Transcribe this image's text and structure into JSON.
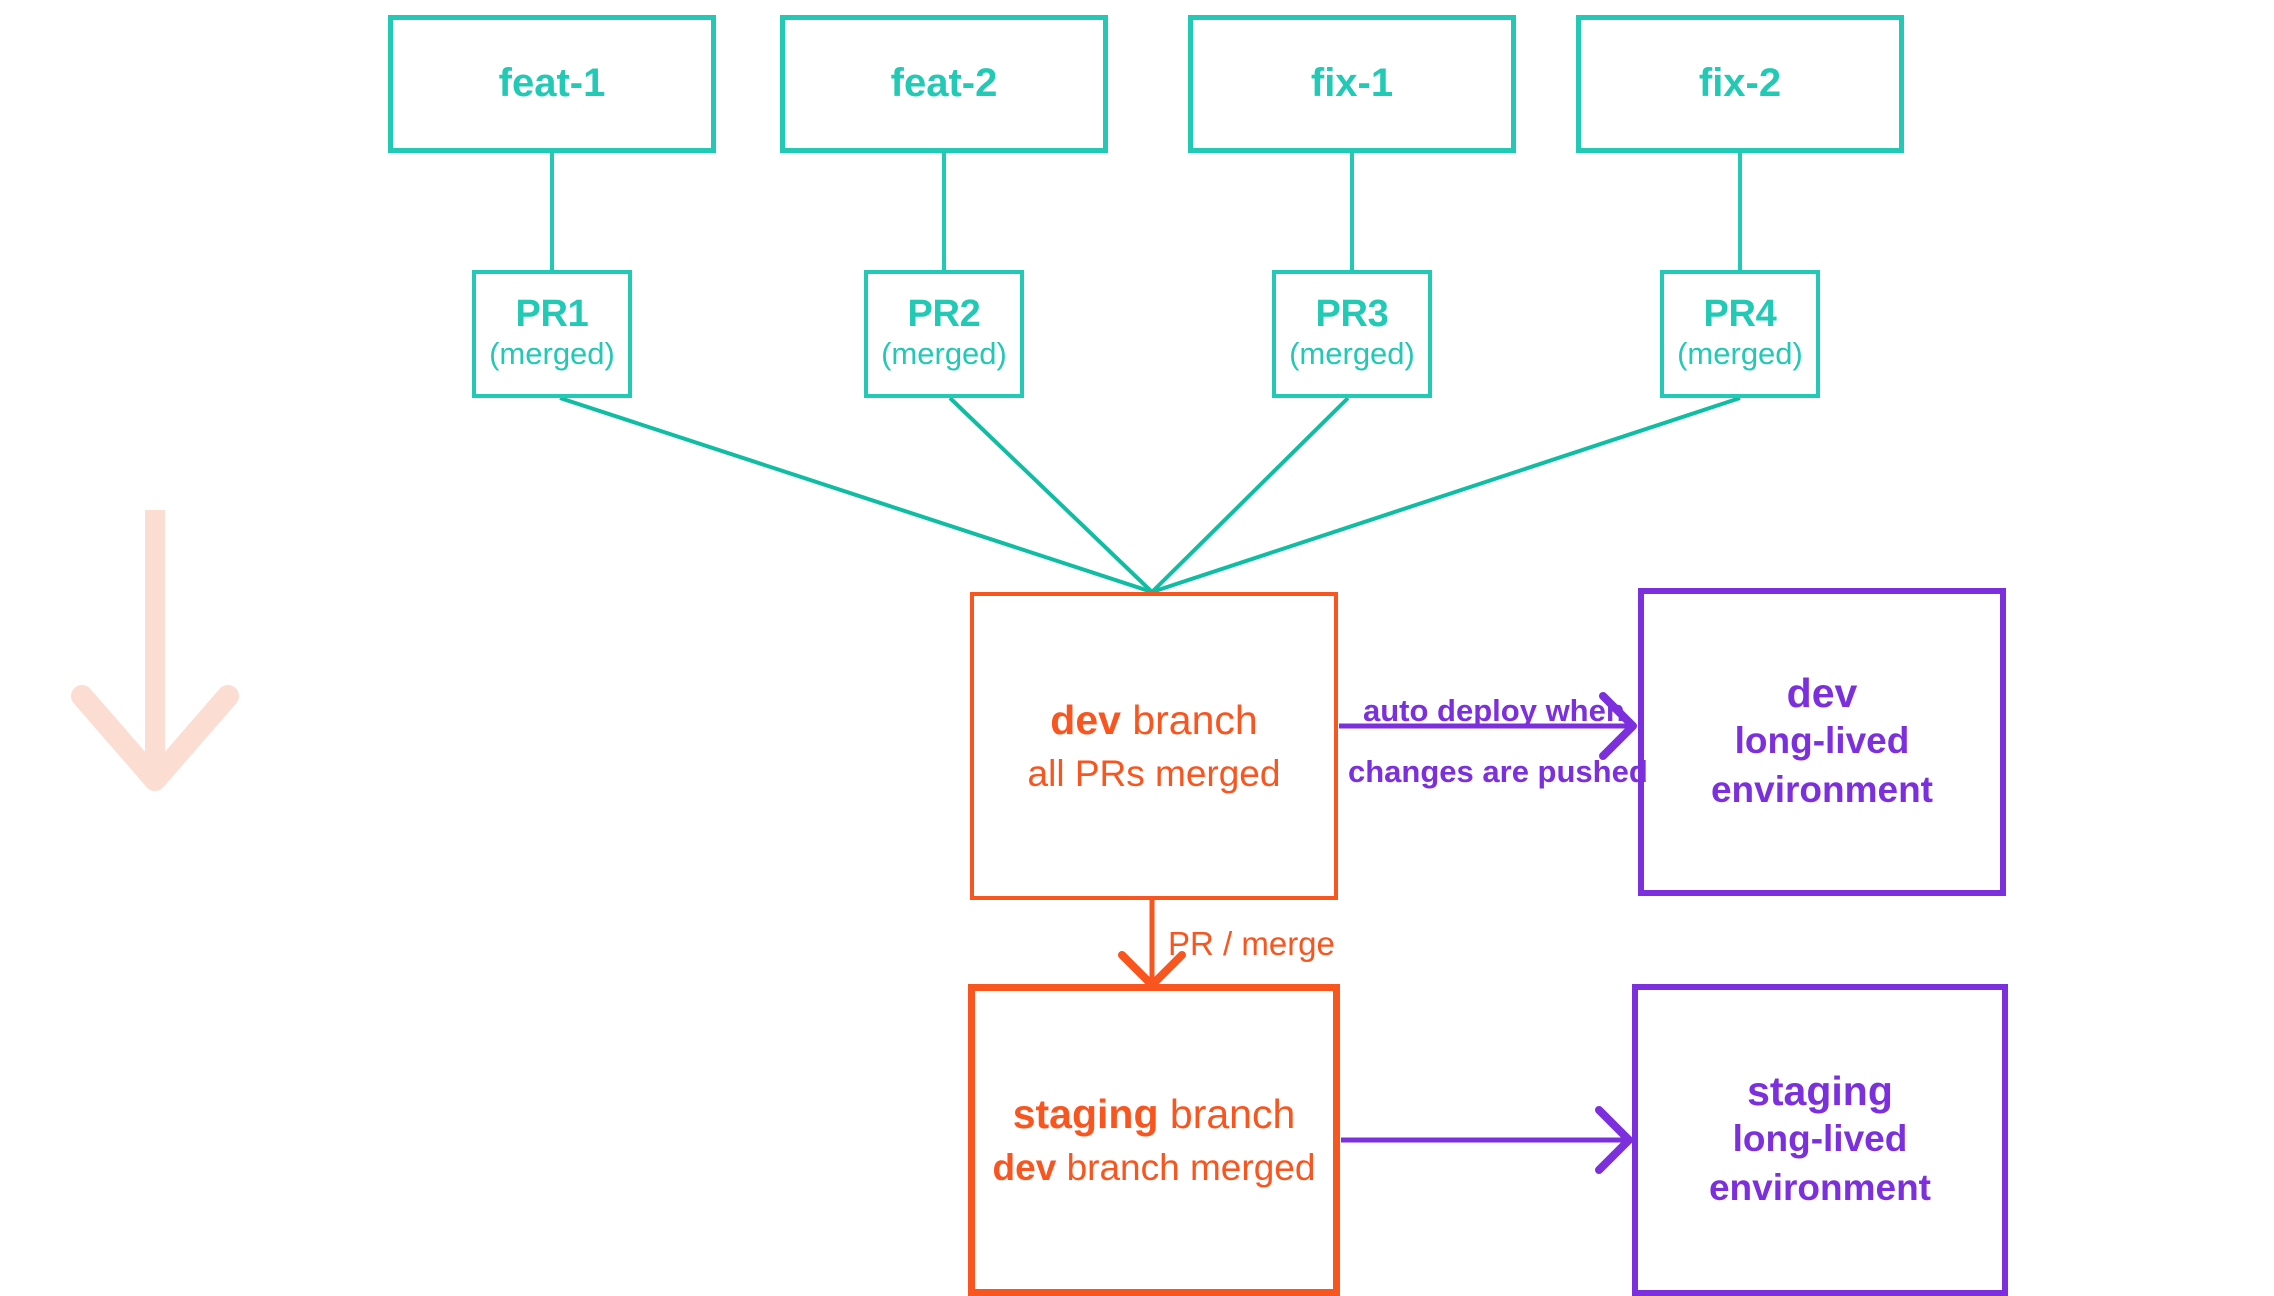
{
  "diagram": {
    "title": "Git branching and deployment flow",
    "colors": {
      "teal": "#22c9b4",
      "orange": "#f9551f",
      "purple": "#7c30dd",
      "pink": "#fbddd2",
      "background": "#ffffff"
    }
  },
  "branches": [
    {
      "label": "feat-1"
    },
    {
      "label": "feat-2"
    },
    {
      "label": "fix-1"
    },
    {
      "label": "fix-2"
    }
  ],
  "pull_requests": [
    {
      "title": "PR1",
      "status": "(merged)"
    },
    {
      "title": "PR2",
      "status": "(merged)"
    },
    {
      "title": "PR3",
      "status": "(merged)"
    },
    {
      "title": "PR4",
      "status": "(merged)"
    }
  ],
  "dev_branch": {
    "name": "dev",
    "name_suffix": " branch",
    "detail": "all PRs merged"
  },
  "staging_branch": {
    "name": "staging",
    "name_suffix": " branch",
    "detail_strong": "dev",
    "detail_rest": " branch merged"
  },
  "dev_environment": {
    "name": "dev",
    "line1": "long-lived",
    "line2": "environment"
  },
  "staging_environment": {
    "name": "staging",
    "line1": "long-lived",
    "line2": "environment"
  },
  "edges": {
    "auto_deploy_top": "auto deploy when",
    "auto_deploy_bottom": "changes are pushed",
    "pr_merge": "PR / merge"
  }
}
